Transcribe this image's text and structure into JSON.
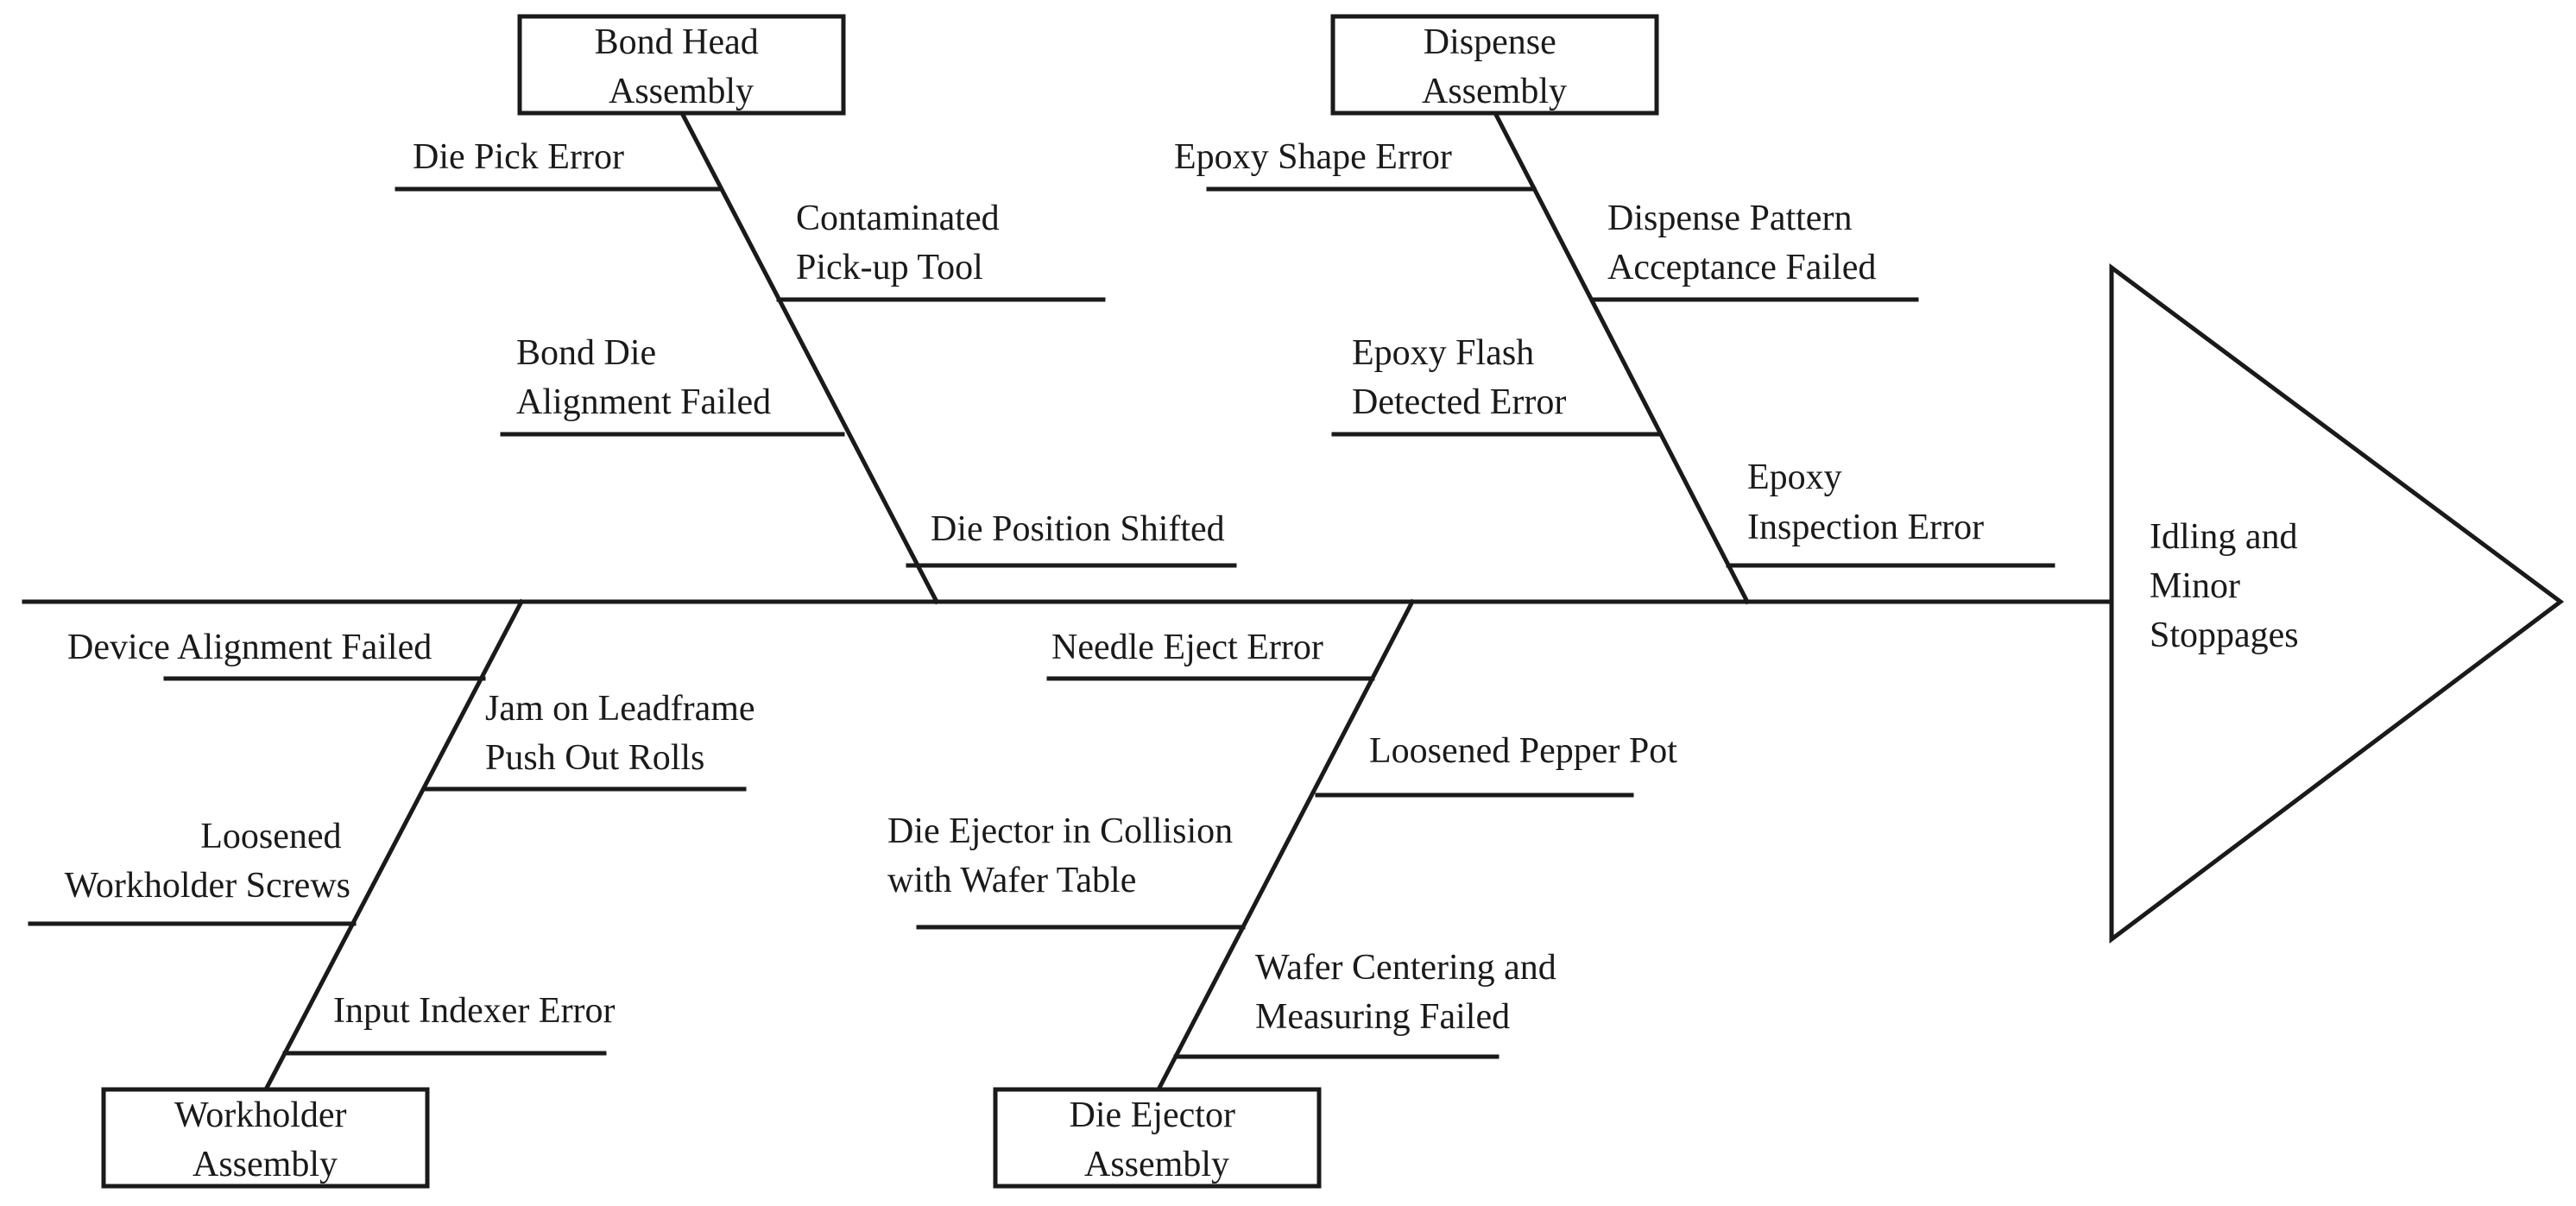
{
  "effect": {
    "lines": [
      "Idling and",
      "Minor",
      "Stoppages"
    ]
  },
  "categories": [
    {
      "id": "bond-head",
      "lines": [
        "Bond Head",
        "Assembly"
      ],
      "causes": [
        {
          "lines": [
            "Die Pick Error"
          ]
        },
        {
          "lines": [
            "Contaminated",
            "Pick-up Tool"
          ]
        },
        {
          "lines": [
            "Bond Die",
            "Alignment Failed"
          ]
        },
        {
          "lines": [
            "Die Position Shifted"
          ]
        }
      ]
    },
    {
      "id": "dispense",
      "lines": [
        "Dispense",
        "Assembly"
      ],
      "causes": [
        {
          "lines": [
            "Epoxy Shape Error"
          ]
        },
        {
          "lines": [
            "Dispense Pattern",
            "Acceptance Failed"
          ]
        },
        {
          "lines": [
            "Epoxy Flash",
            "Detected Error"
          ]
        },
        {
          "lines": [
            "Epoxy",
            "Inspection Error"
          ]
        }
      ]
    },
    {
      "id": "workholder",
      "lines": [
        "Workholder",
        "Assembly"
      ],
      "causes": [
        {
          "lines": [
            "Device Alignment Failed"
          ]
        },
        {
          "lines": [
            "Jam on Leadframe",
            "Push Out Rolls"
          ]
        },
        {
          "lines": [
            "Loosened",
            "Workholder Screws"
          ]
        },
        {
          "lines": [
            "Input Indexer Error"
          ]
        }
      ]
    },
    {
      "id": "die-ejector",
      "lines": [
        "Die Ejector",
        "Assembly"
      ],
      "causes": [
        {
          "lines": [
            "Needle Eject Error"
          ]
        },
        {
          "lines": [
            "Loosened Pepper Pot"
          ]
        },
        {
          "lines": [
            "Die Ejector in Collision",
            "with Wafer Table"
          ]
        },
        {
          "lines": [
            "Wafer Centering and",
            "Measuring Failed"
          ]
        }
      ]
    }
  ]
}
